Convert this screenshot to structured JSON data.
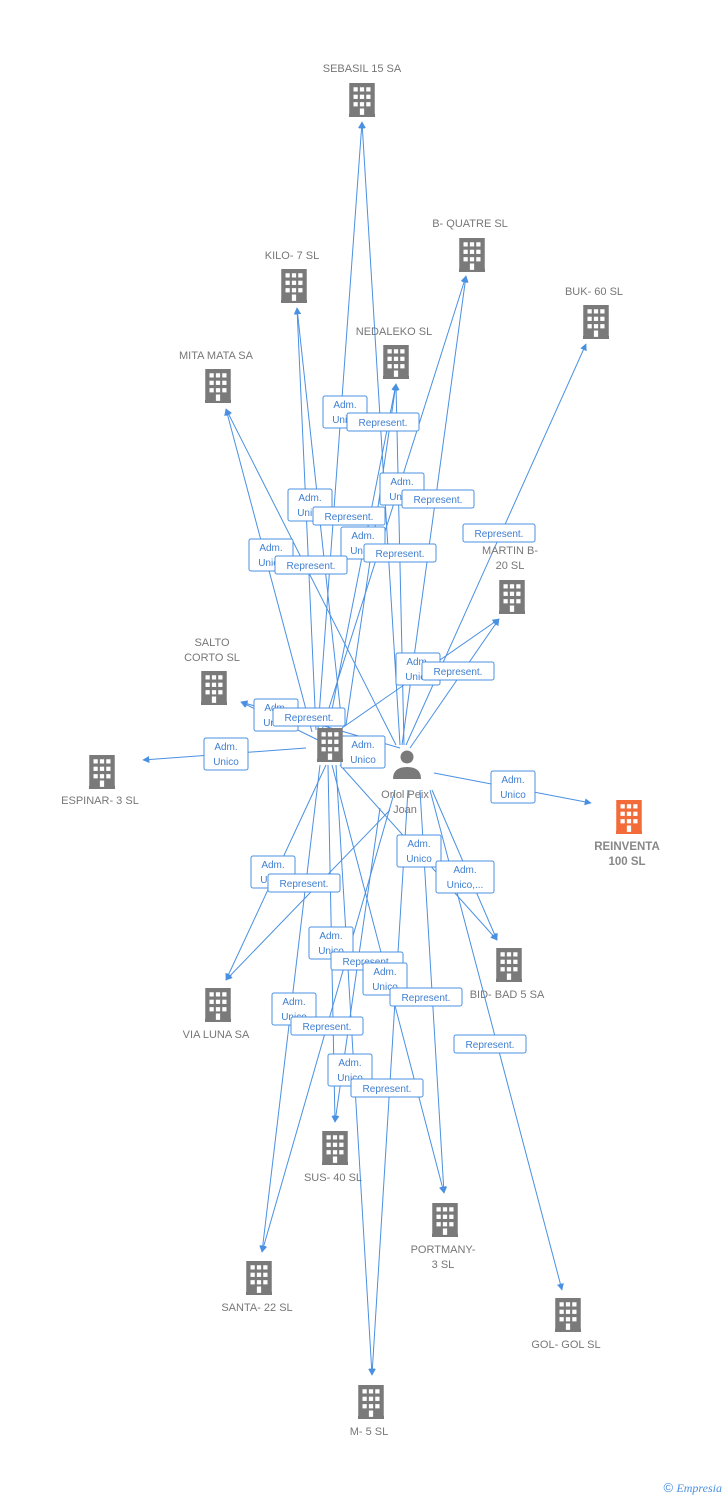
{
  "colors": {
    "edge": "#4a90e2",
    "building": "#7a7a7a",
    "highlight": "#f26b38",
    "person": "#7a7a7a"
  },
  "person": {
    "name_line1": "Oriol Peix",
    "name_line2": "Joan"
  },
  "nodes": {
    "sebasil": {
      "lines": [
        "SEBASIL 15 SA"
      ]
    },
    "bquatre": {
      "lines": [
        "B- QUATRE SL"
      ]
    },
    "kilo": {
      "lines": [
        "KILO- 7 SL"
      ]
    },
    "buk": {
      "lines": [
        "BUK- 60 SL"
      ]
    },
    "nedaleko": {
      "lines": [
        "NEDALEKO SL"
      ]
    },
    "mitamata": {
      "lines": [
        "MITA MATA SA"
      ]
    },
    "martin": {
      "lines": [
        "MARTIN B-",
        "20 SL"
      ]
    },
    "salto": {
      "lines": [
        "SALTO",
        "CORTO SL"
      ]
    },
    "center": {
      "lines": []
    },
    "espinar": {
      "lines": [
        "ESPINAR- 3  SL"
      ]
    },
    "reinventa": {
      "lines": [
        "REINVENTA",
        "100  SL"
      ]
    },
    "bidbad": {
      "lines": [
        "BID- BAD 5 SA"
      ]
    },
    "vialuna": {
      "lines": [
        "VIA LUNA SA"
      ]
    },
    "sus": {
      "lines": [
        "SUS- 40 SL"
      ]
    },
    "portmany": {
      "lines": [
        "PORTMANY-",
        "3 SL"
      ]
    },
    "santa": {
      "lines": [
        "SANTA- 22 SL"
      ]
    },
    "golgol": {
      "lines": [
        "GOL- GOL SL"
      ]
    },
    "m5": {
      "lines": [
        "M- 5 SL"
      ]
    }
  },
  "edge_labels": {
    "adm_unico": [
      "Adm.",
      "Unico"
    ],
    "represent": [
      "Represent."
    ],
    "adm_unico_etc": [
      "Adm.",
      "Unico,..."
    ],
    "adm_trunc": [
      "Adm.",
      "Unic"
    ]
  },
  "footer": {
    "copyright": "©",
    "brand": "Empresia"
  }
}
